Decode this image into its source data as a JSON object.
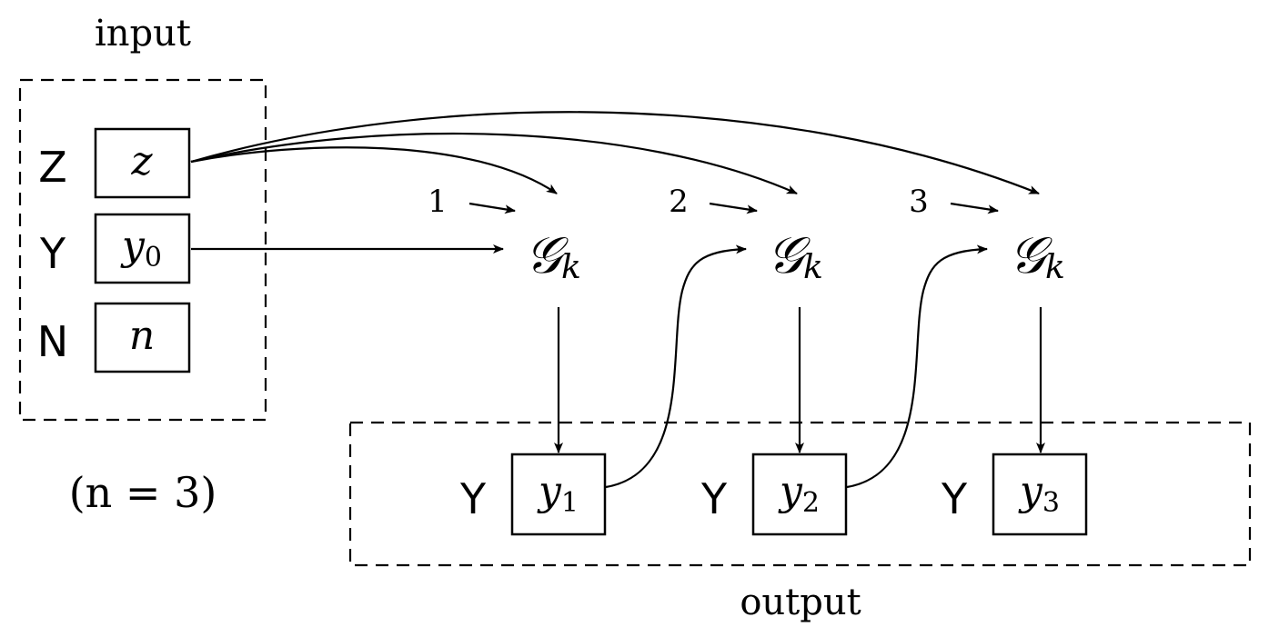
{
  "labels": {
    "input": "input",
    "output": "output",
    "note": "(n = 3)"
  },
  "input_rows": [
    {
      "type_label": "Z",
      "value": "z"
    },
    {
      "type_label": "Y",
      "value": "y",
      "subscript": "0"
    },
    {
      "type_label": "N",
      "value": "n"
    }
  ],
  "generators": [
    {
      "symbol": "𝒢",
      "subscript": "k",
      "step": "1"
    },
    {
      "symbol": "𝒢",
      "subscript": "k",
      "step": "2"
    },
    {
      "symbol": "𝒢",
      "subscript": "k",
      "step": "3"
    }
  ],
  "outputs": [
    {
      "type_label": "Y",
      "value": "y",
      "subscript": "1"
    },
    {
      "type_label": "Y",
      "value": "y",
      "subscript": "2"
    },
    {
      "type_label": "Y",
      "value": "y",
      "subscript": "3"
    }
  ],
  "colors": {
    "stroke": "#000000",
    "background": "#ffffff"
  }
}
